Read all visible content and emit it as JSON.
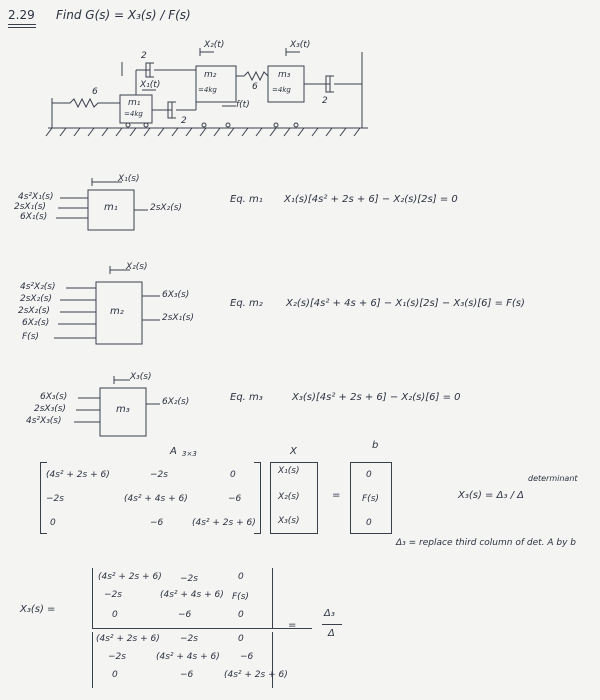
{
  "header": {
    "problem": "2.29",
    "task": "Find G(s) = X₃(s) / F(s)"
  },
  "diagram": {
    "k1": "2",
    "k2": "6",
    "k3": "6",
    "k4": "2",
    "m1_label": "m₁",
    "m1_mass": "=4kg",
    "m2_label": "m₂",
    "m2_mass": "=4kg",
    "m3_label": "m₃",
    "m3_mass": "=4kg",
    "d1": "2",
    "d3": "2",
    "x1": "X₁(t)",
    "x2": "X₂(t)",
    "x3": "X₃(t)",
    "f": "f(t)"
  },
  "fbd1": {
    "x": "X₁(s)",
    "left1": "4s²X₁(s)",
    "left2": "2sX₁(s)",
    "left3": "6X₁(s)",
    "mass": "m₁",
    "right": "2sX₂(s)",
    "eq_label": "Eq. m₁",
    "eq": "X₁(s)[4s² + 2s + 6] − X₂(s)[2s] = 0"
  },
  "fbd2": {
    "x": "X₂(s)",
    "left1": "4s²X₂(s)",
    "left2": "2sX₂(s)",
    "left3": "2sX₂(s)",
    "left4": "6X₂(s)",
    "left5": "F(s)",
    "mass": "m₂",
    "right1": "6X₃(s)",
    "right2": "2sX₁(s)",
    "eq_label": "Eq. m₂",
    "eq": "X₂(s)[4s² + 4s + 6] − X₁(s)[2s] − X₃(s)[6] = F(s)"
  },
  "fbd3": {
    "x": "X₃(s)",
    "left1": "6X₃(s)",
    "left2": "2sX₃(s)",
    "left3": "4s²X₃(s)",
    "mass": "m₃",
    "right": "6X₂(s)",
    "eq_label": "Eq. m₃",
    "eq": "X₃(s)[4s² + 2s + 6] − X₂(s)[6] = 0"
  },
  "matrix": {
    "a_label": "A",
    "a_dim": "3×3",
    "x_label": "X",
    "b_label": "b",
    "r1": [
      "(4s² + 2s + 6)",
      "−2s",
      "0"
    ],
    "r2": [
      "−2s",
      "(4s² + 4s + 6)",
      "−6"
    ],
    "r3": [
      "0",
      "−6",
      "(4s² + 2s + 6)"
    ],
    "xv": [
      "X₁(s)",
      "X₂(s)",
      "X₃(s)"
    ],
    "eq_sign": "=",
    "bv": [
      "0",
      "F(s)",
      "0"
    ],
    "cramer": "X₃(s) = Δ₃ / Δ",
    "determinant": "determinant",
    "note": "Δ₃ = replace third column of det. A by b"
  },
  "cramer_det": {
    "lhs": "X₃(s) =",
    "num": [
      [
        "(4s² + 2s + 6)",
        "−2s",
        "0"
      ],
      [
        "−2s",
        "(4s² + 4s + 6)",
        "F(s)"
      ],
      [
        "0",
        "−6",
        "0"
      ]
    ],
    "den": [
      [
        "(4s² + 2s + 6)",
        "−2s",
        "0"
      ],
      [
        "−2s",
        "(4s² + 4s + 6)",
        "−6"
      ],
      [
        "0",
        "−6",
        "(4s² + 2s + 6)"
      ]
    ],
    "eq_sign": "=",
    "frac_num": "Δ₃",
    "frac_den": "Δ"
  }
}
